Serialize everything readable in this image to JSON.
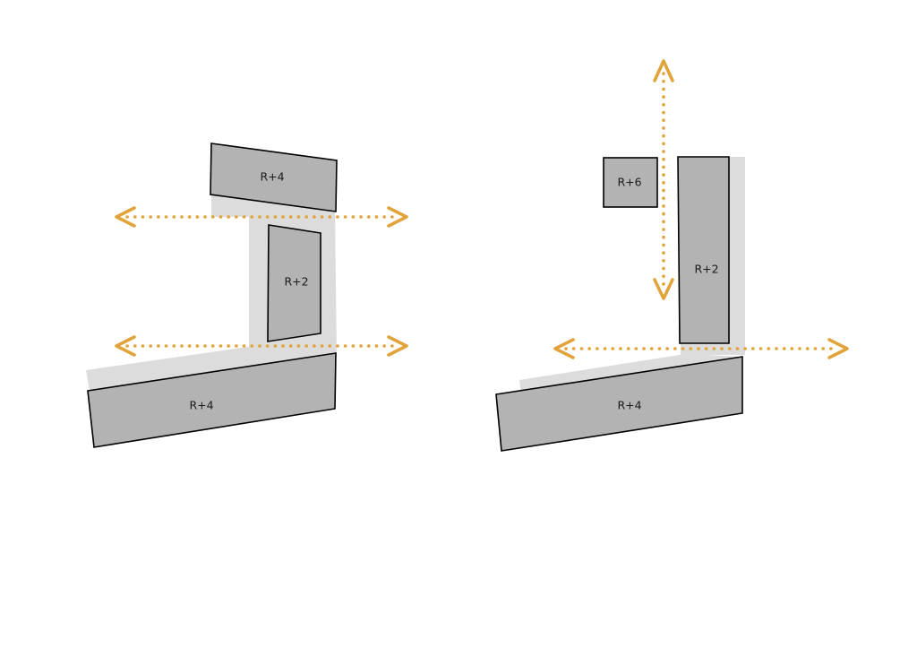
{
  "colors": {
    "building_fill": "#b3b3b3",
    "building_outline": "#000000",
    "ground_shadow": "#dcdcdc",
    "flow_arrow": "#e0a43a",
    "background": "#ffffff"
  },
  "diagrams": [
    {
      "id": "left-scheme",
      "buildings": [
        {
          "label": "R+4"
        },
        {
          "label": "R+2"
        },
        {
          "label": "R+4"
        }
      ],
      "flows": [
        "horizontal",
        "horizontal"
      ]
    },
    {
      "id": "right-scheme",
      "buildings": [
        {
          "label": "R+6"
        },
        {
          "label": "R+2"
        },
        {
          "label": "R+4"
        }
      ],
      "flows": [
        "vertical",
        "horizontal"
      ]
    }
  ]
}
